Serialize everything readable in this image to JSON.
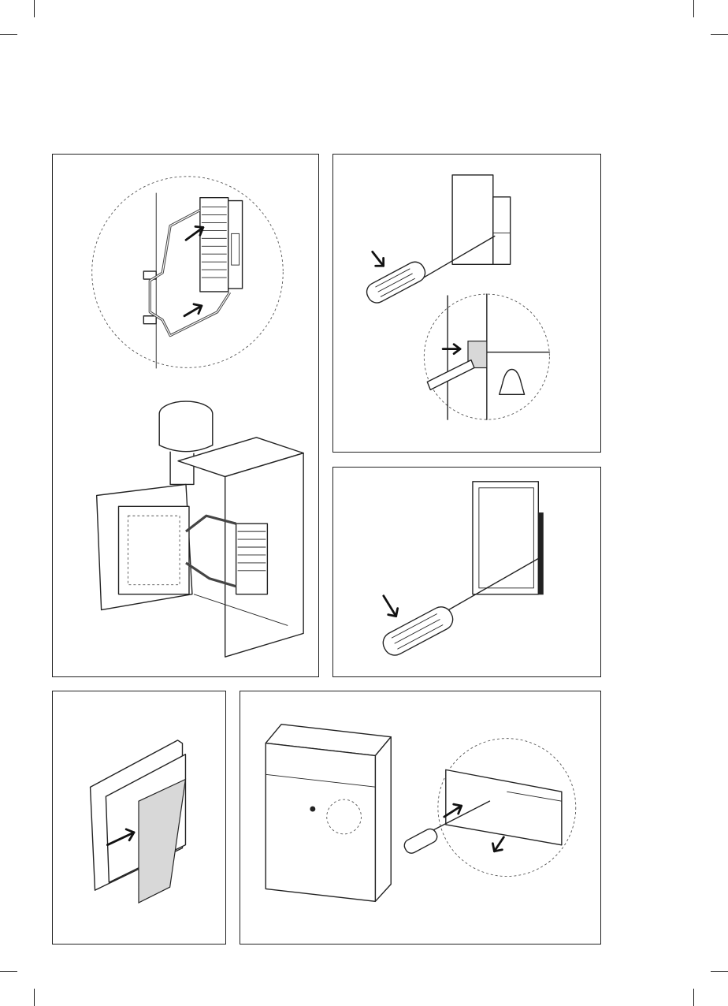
{
  "page": {
    "background": "#ffffff",
    "line_color": "#222222"
  },
  "figures": [
    {
      "id": "panel-a",
      "subject": "wiring-connection-terminal-block",
      "icon": "wiring-illustration"
    },
    {
      "id": "panel-b",
      "subject": "screwdriver-release-button-module",
      "icon": "screwdriver-icon"
    },
    {
      "id": "panel-c",
      "subject": "screwdriver-release-frame",
      "icon": "screwdriver-icon"
    },
    {
      "id": "panel-d",
      "subject": "insert-name-card",
      "icon": "arrow-icon"
    },
    {
      "id": "panel-e",
      "subject": "mailbox-flap-release",
      "icon": "mailbox-icon"
    }
  ]
}
